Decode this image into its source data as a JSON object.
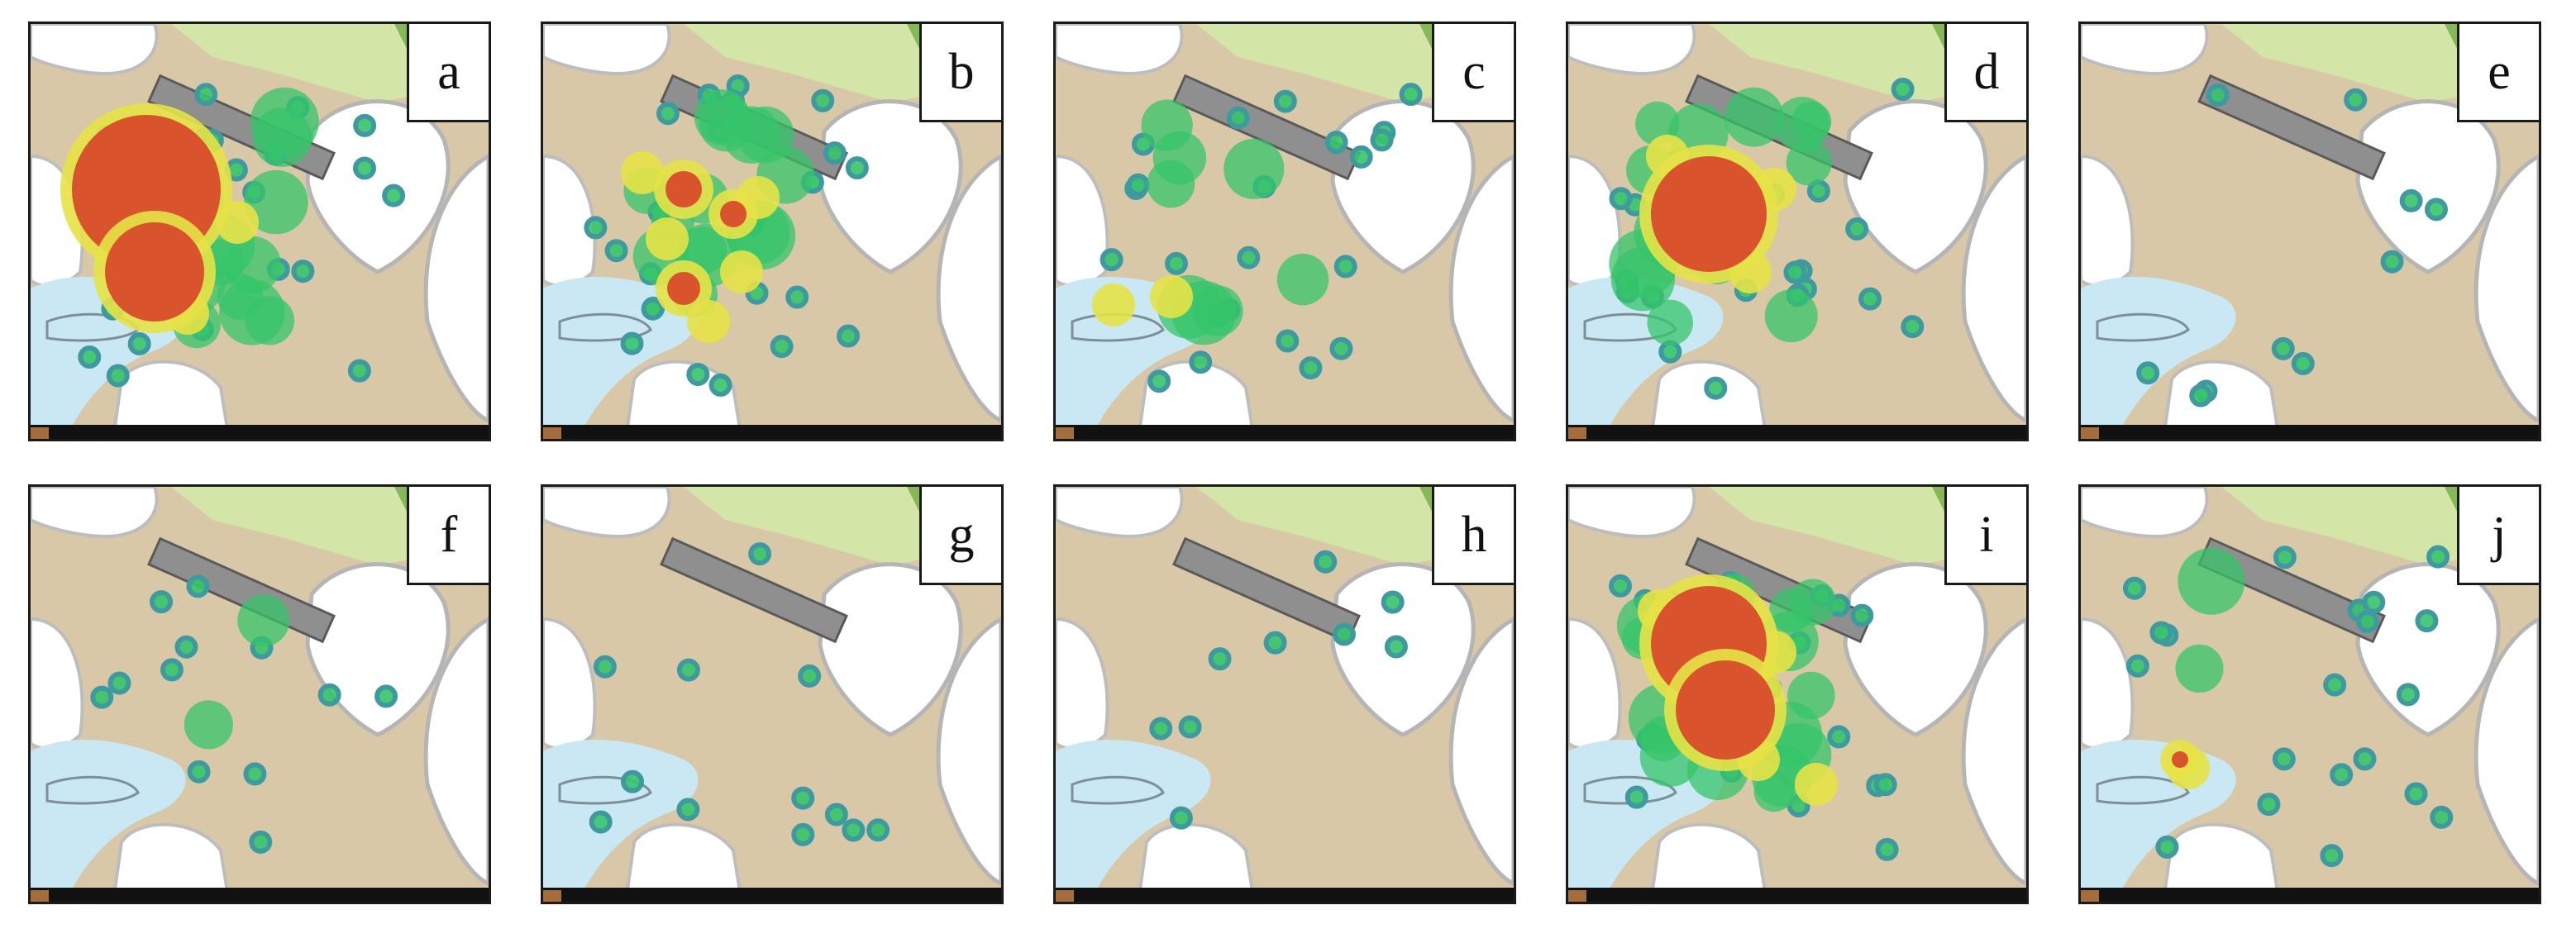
{
  "figure": {
    "panels": [
      {
        "letter": "a",
        "density": "very-high"
      },
      {
        "letter": "b",
        "density": "high"
      },
      {
        "letter": "c",
        "density": "medium"
      },
      {
        "letter": "d",
        "density": "very-high"
      },
      {
        "letter": "e",
        "density": "sparse"
      },
      {
        "letter": "f",
        "density": "sparse"
      },
      {
        "letter": "g",
        "density": "sparse"
      },
      {
        "letter": "h",
        "density": "sparse"
      },
      {
        "letter": "i",
        "density": "very-high"
      },
      {
        "letter": "j",
        "density": "low"
      }
    ],
    "colors": {
      "ground": "#d8c8a8",
      "water": "#c9e8f4",
      "vegetation_light": "#d4e5a8",
      "vegetation_dark": "#86b85a",
      "bar": "#8f8f8f",
      "heat_low": "#3f9aa0",
      "heat_mid": "#36c46a",
      "heat_high": "#e6e246",
      "heat_peak": "#d9532c"
    }
  }
}
